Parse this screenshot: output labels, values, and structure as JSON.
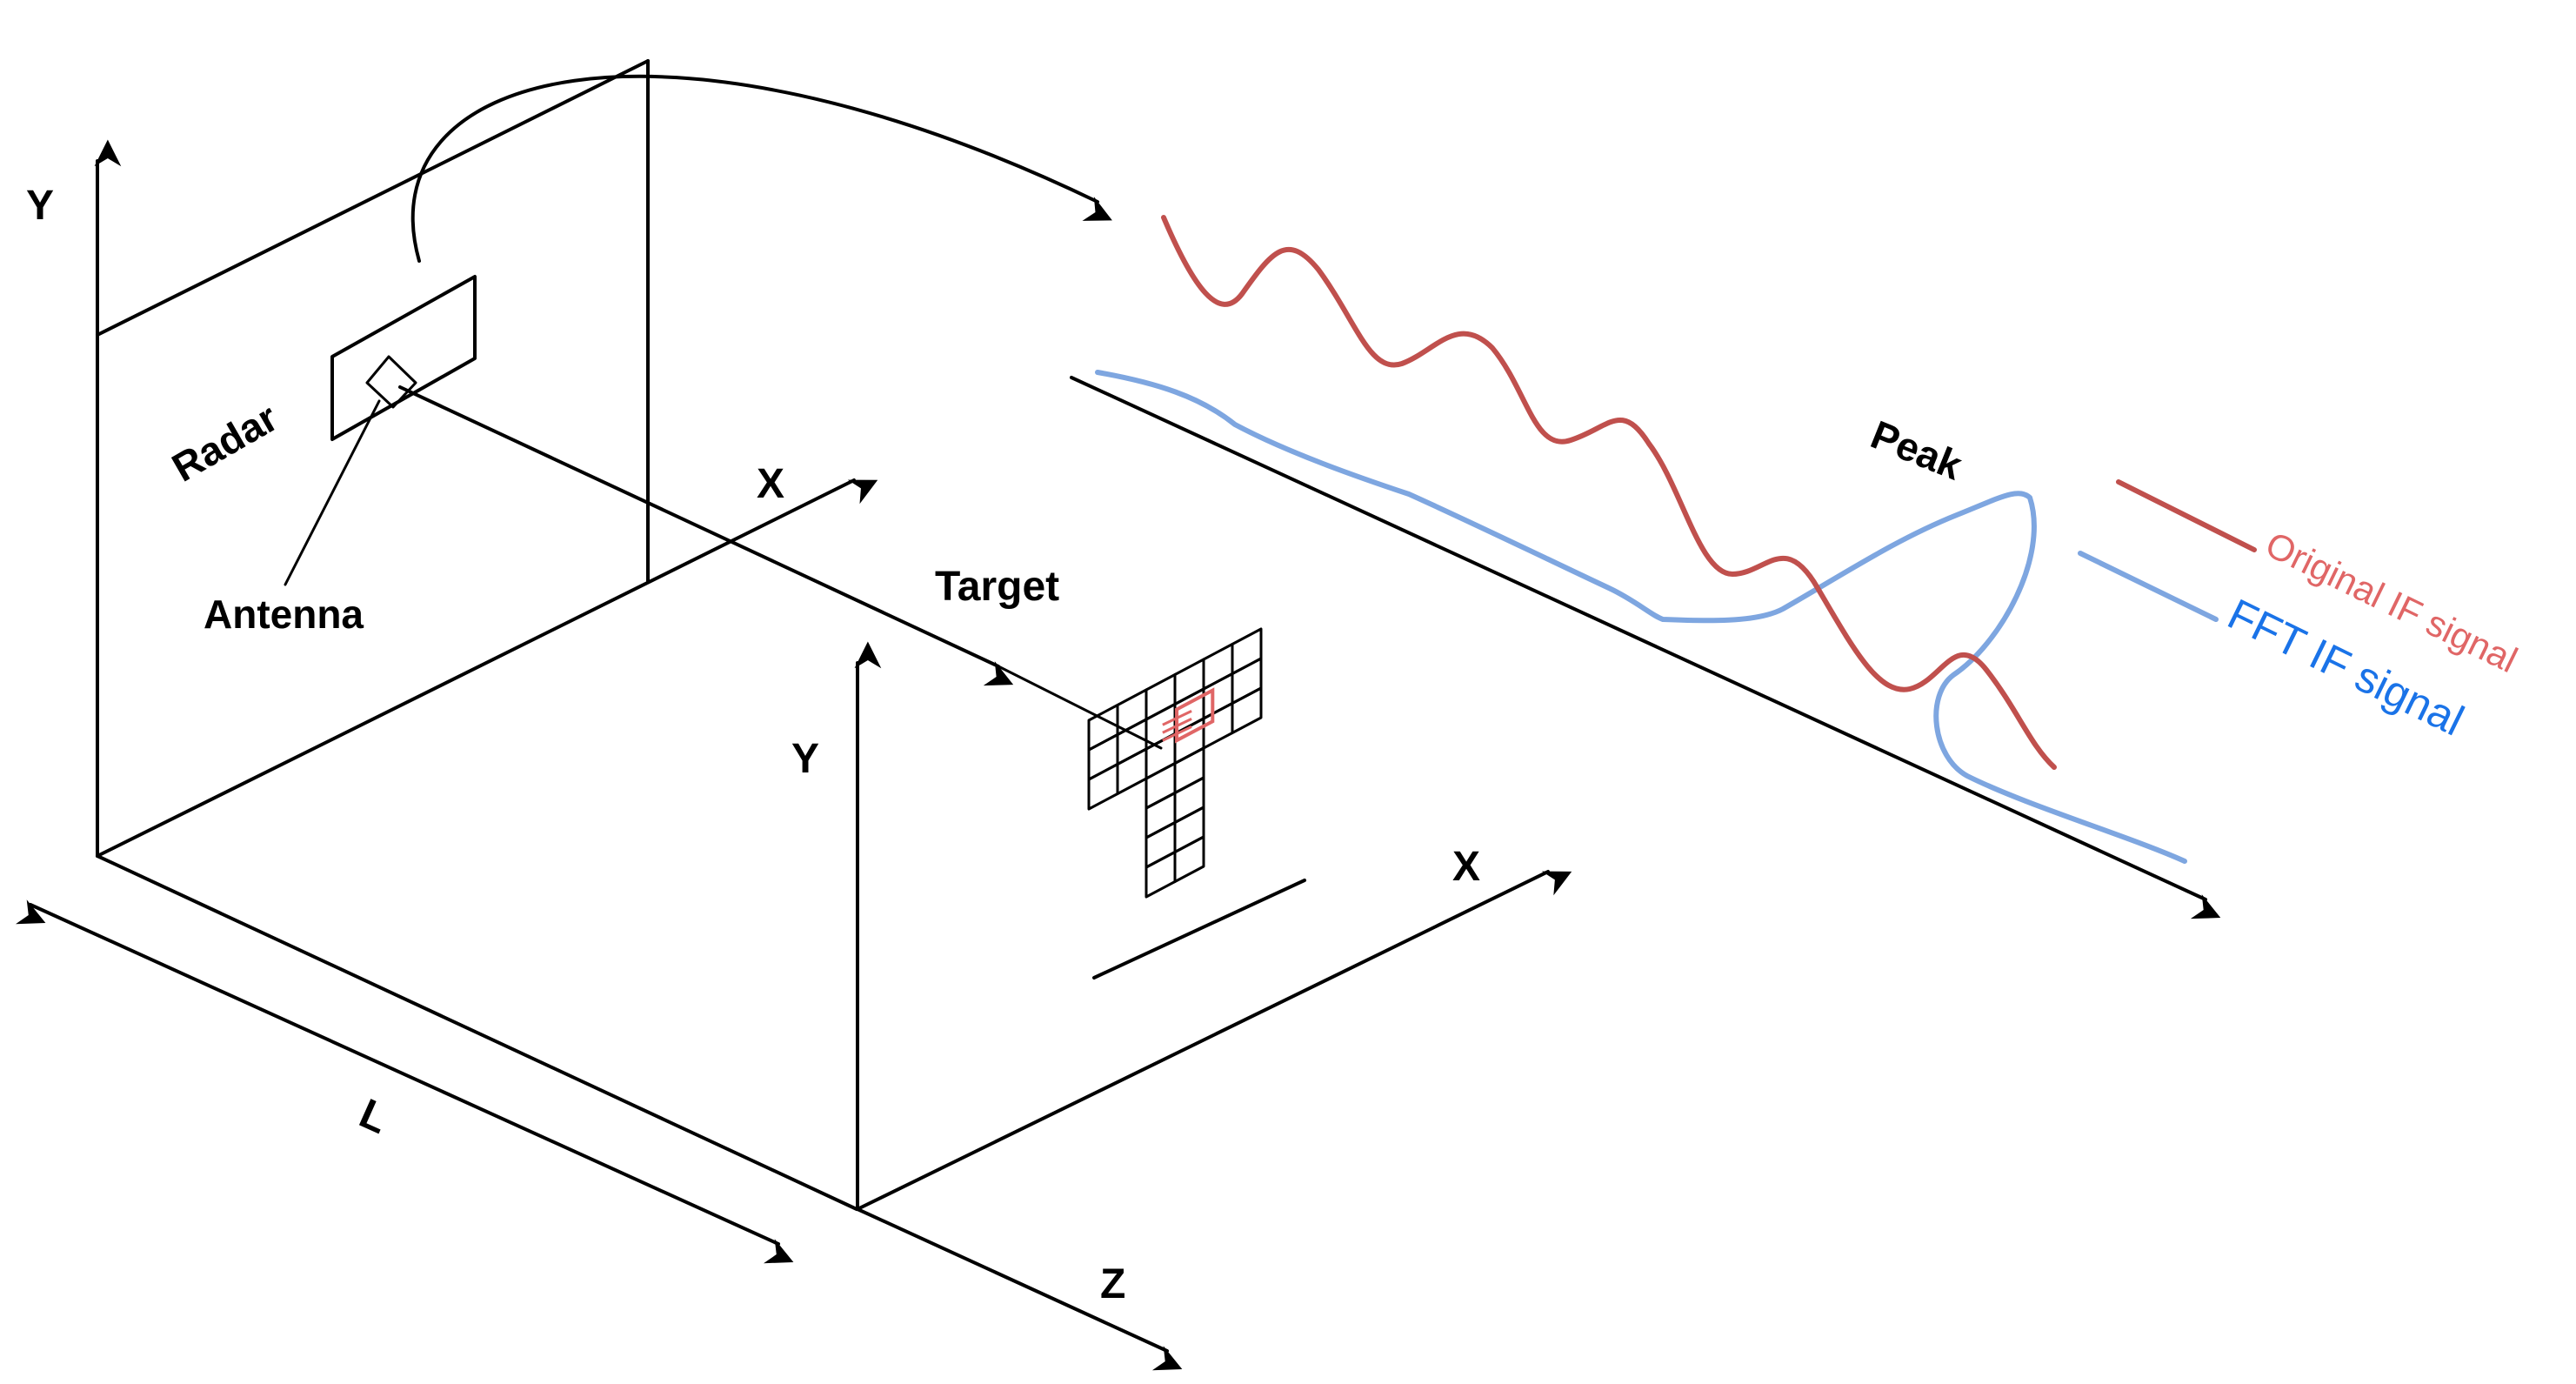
{
  "labels": {
    "y_left": "Y",
    "radar": "Radar",
    "antenna": "Antenna",
    "x_mid": "X",
    "target": "Target",
    "y_target": "Y",
    "x_target": "X",
    "l": "L",
    "z": "Z",
    "peak": "Peak"
  },
  "legend": {
    "original": "Original IF signal",
    "fft": "FFT IF signal"
  },
  "colors": {
    "original": "#C0504D",
    "original_text": "#E06666",
    "fft": "#7EA6E0",
    "fft_text": "#1A73E8",
    "target_highlight": "#E06666",
    "ink": "#000000"
  }
}
